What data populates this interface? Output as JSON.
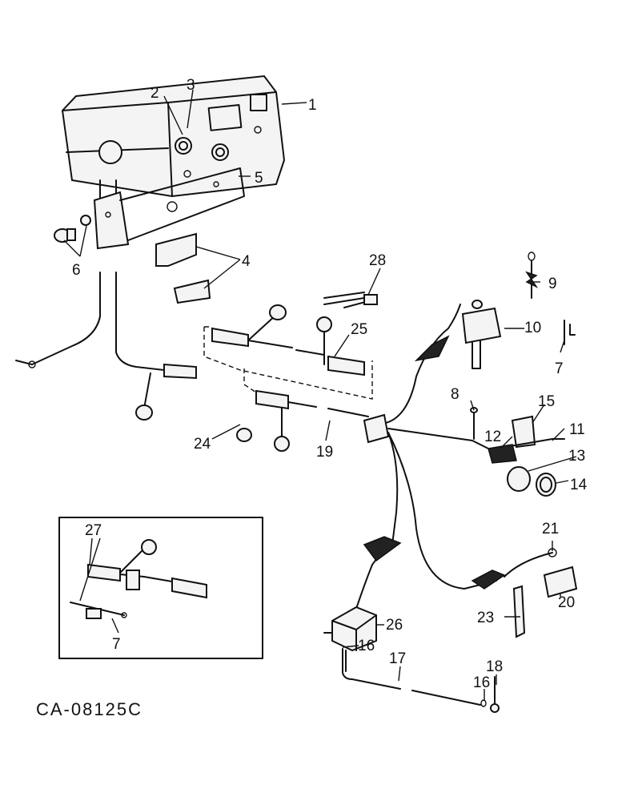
{
  "drawing_code": "CA-08125C",
  "callouts": {
    "c1": "1",
    "c2": "2",
    "c3": "3",
    "c4": "4",
    "c5": "5",
    "c6": "6",
    "c7a": "7",
    "c7b": "7",
    "c8": "8",
    "c9": "9",
    "c10": "10",
    "c11": "11",
    "c12": "12",
    "c13": "13",
    "c14": "14",
    "c15": "15",
    "c16a": "16",
    "c16b": "16",
    "c17": "17",
    "c18": "18",
    "c19": "19",
    "c20": "20",
    "c21": "21",
    "c23": "23",
    "c24": "24",
    "c25": "25",
    "c26": "26",
    "c27": "27",
    "c28": "28"
  }
}
